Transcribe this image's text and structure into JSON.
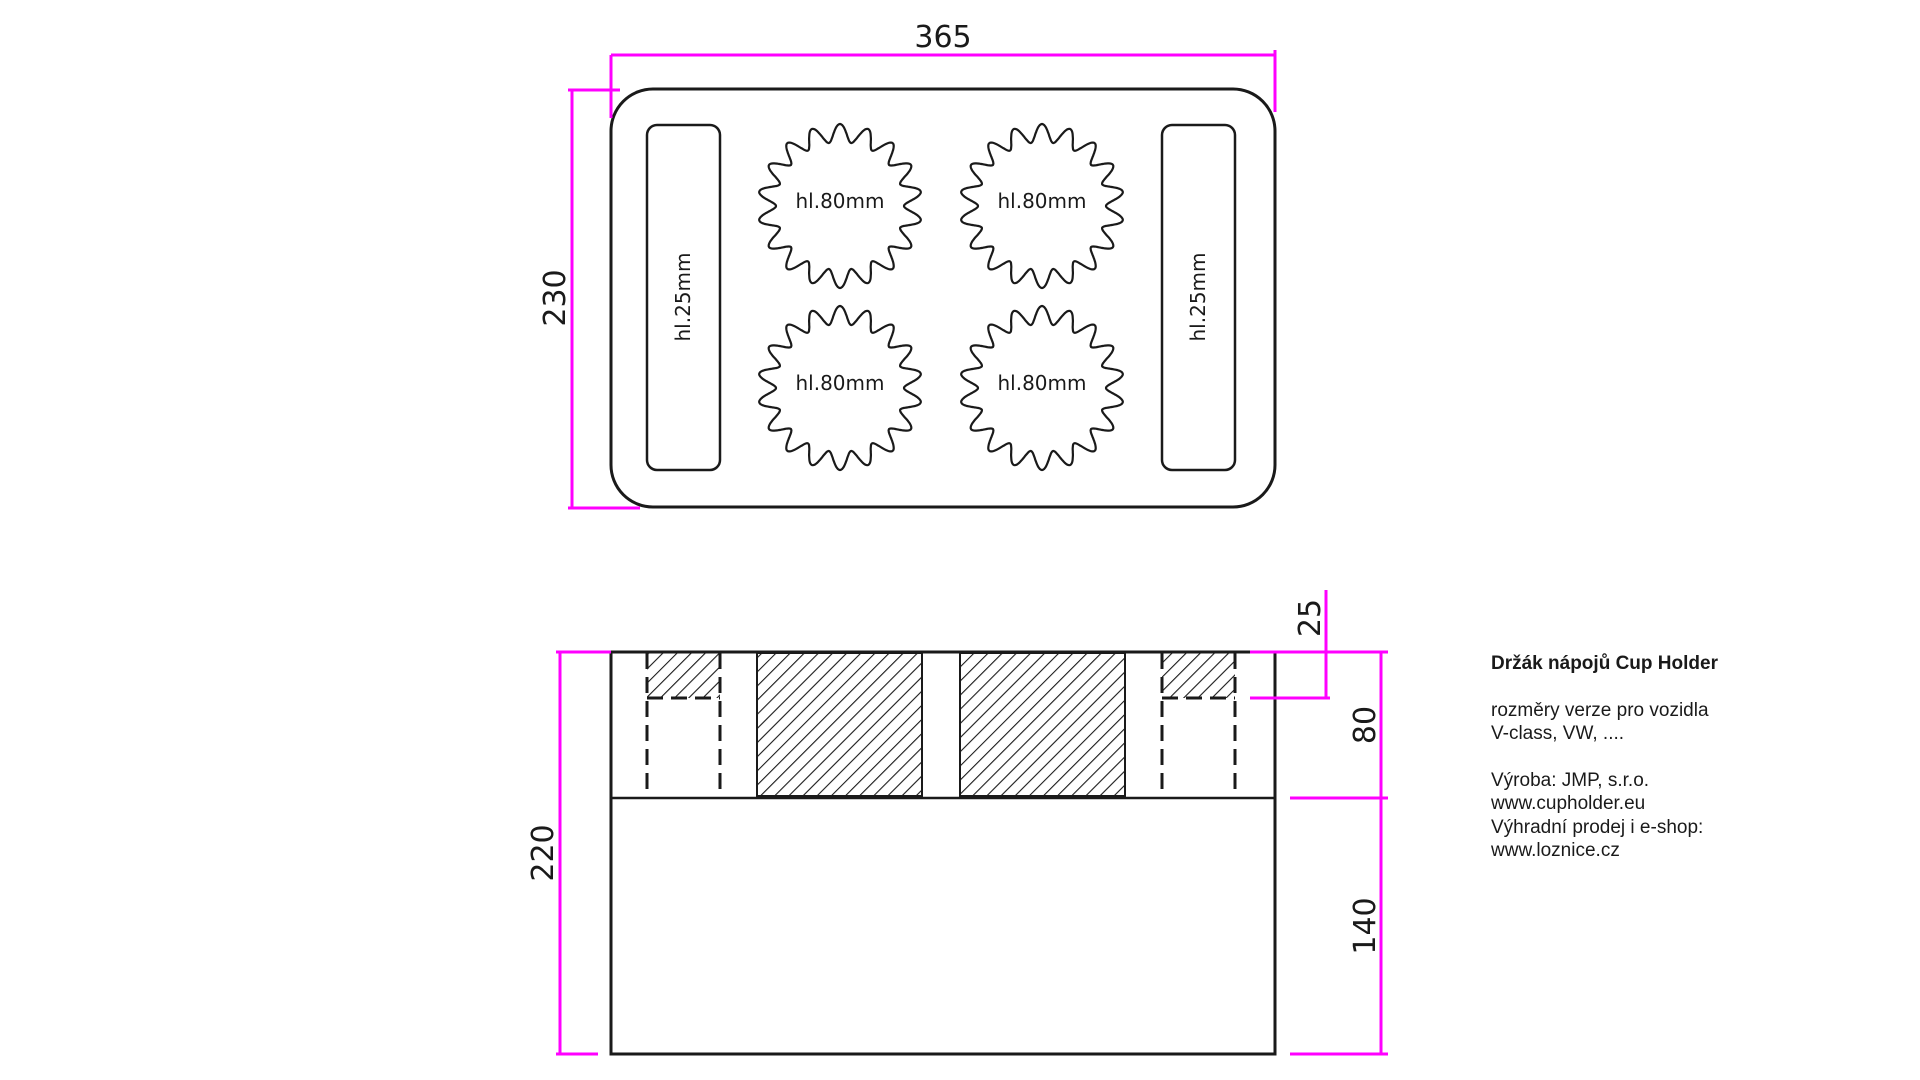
{
  "colors": {
    "dimension": "#ff00ff",
    "outline": "#1a1a1a",
    "background": "#ffffff"
  },
  "top_view": {
    "width_dim": "365",
    "height_dim": "230",
    "cup_depth": "hl.80mm",
    "slot_depth": "hl.25mm"
  },
  "side_view": {
    "height_total": "220",
    "recess_depth": "25",
    "upper_height": "80",
    "lower_height": "140"
  },
  "info": {
    "title": "Držák nápojů Cup Holder",
    "line1": "rozměry verze pro vozidla",
    "line2": "V-class, VW, ....",
    "line3": "Výroba: JMP, s.r.o.",
    "line4": "www.cupholder.eu",
    "line5": "Výhradní prodej i e-shop:",
    "line6": "www.loznice.cz"
  }
}
